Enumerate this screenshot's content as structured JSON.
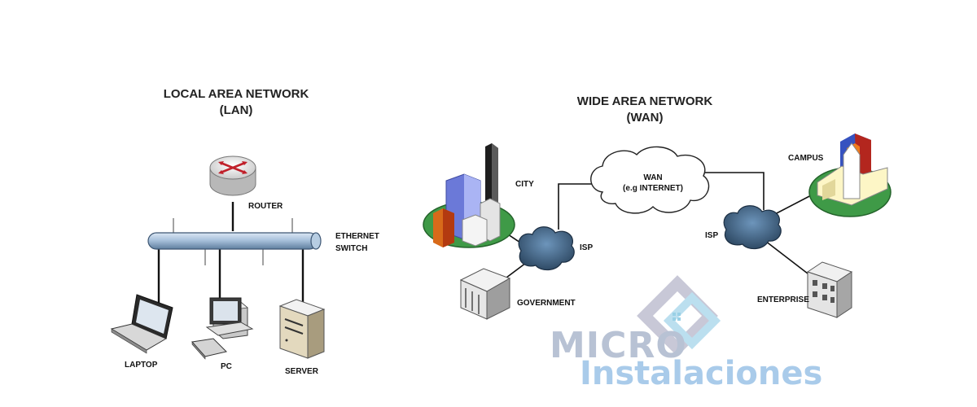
{
  "lan": {
    "title_line1": "LOCAL AREA NETWORK",
    "title_line2": "(LAN)",
    "router": "ROUTER",
    "switch_line1": "ETHERNET",
    "switch_line2": "SWITCH",
    "laptop": "LAPTOP",
    "pc": "PC",
    "server": "SERVER"
  },
  "wan": {
    "title_line1": "WIDE AREA NETWORK",
    "title_line2": "(WAN)",
    "city": "CITY",
    "isp_left": "ISP",
    "isp_right": "ISP",
    "government": "GOVERNMENT",
    "cloud_line1": "WAN",
    "cloud_line2": "(e.g INTERNET)",
    "campus": "CAMPUS",
    "enterprise": "ENTERPRISE"
  },
  "watermark": {
    "line1": "MICRO",
    "line2": "Instalaciones"
  },
  "colors": {
    "router_red": "#c0202a",
    "switch_blue": "#9bb8d6",
    "isp_cloud": "#4a6f93",
    "city_ellipse": "#3f9a47",
    "watermark": "#b7cbe6"
  }
}
